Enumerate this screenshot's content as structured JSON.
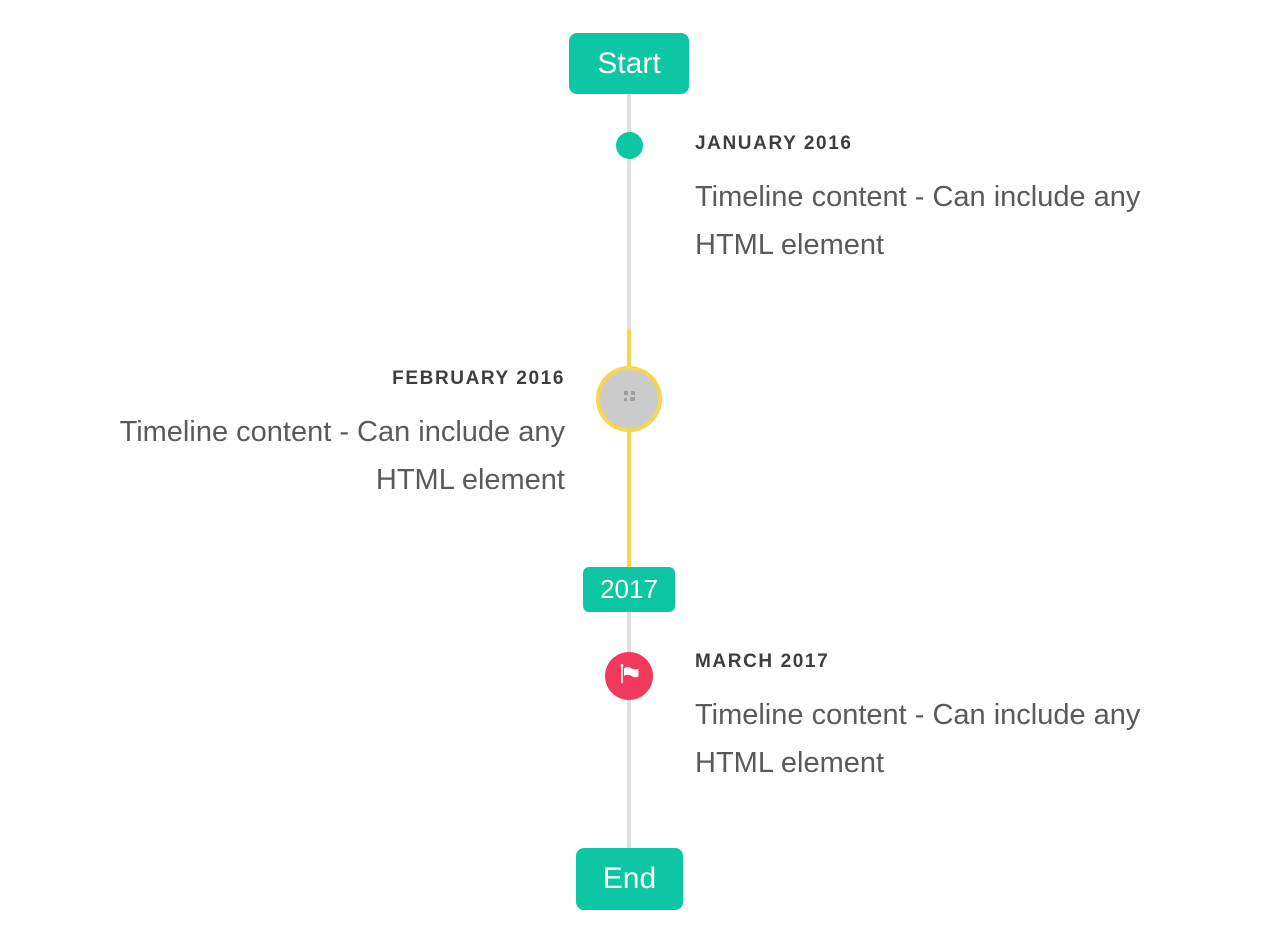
{
  "timeline": {
    "start_label": "Start",
    "end_label": "End",
    "year_badge_label": "2017",
    "items": [
      {
        "period": "JANUARY 2016",
        "content": "Timeline content - Can include any HTML element",
        "side": "right",
        "marker": "dot"
      },
      {
        "period": "FEBRUARY 2016",
        "content": "Timeline content - Can include any HTML element",
        "side": "left",
        "marker": "broken-image"
      },
      {
        "period": "MARCH 2017",
        "content": "Timeline content - Can include any HTML element",
        "side": "right",
        "marker": "flag"
      }
    ],
    "colors": {
      "accent_teal": "#0cc6a4",
      "highlight_yellow": "#f8d54f",
      "flag_red": "#f1395b",
      "line_gray": "#dedede",
      "marker_gray": "#cbcbcb",
      "period_text": "#3e3e3e",
      "content_text": "#5a5a5a"
    }
  }
}
